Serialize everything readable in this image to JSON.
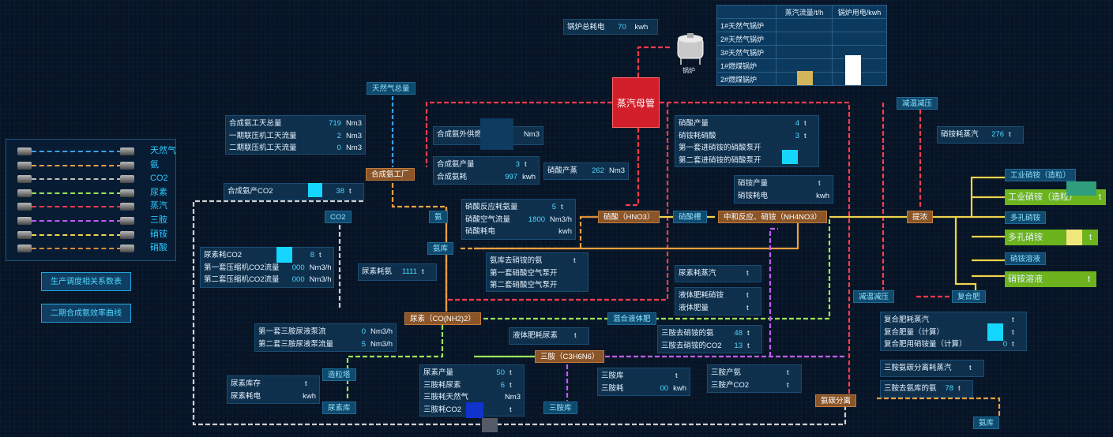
{
  "legend": {
    "items": [
      {
        "label": "天然气",
        "color": "#3aa0ff"
      },
      {
        "label": "氨",
        "color": "#f0a040"
      },
      {
        "label": "CO2",
        "color": "#bfbfbf"
      },
      {
        "label": "尿素",
        "color": "#9ae35a"
      },
      {
        "label": "蒸汽",
        "color": "#ff3b4a"
      },
      {
        "label": "三胺",
        "color": "#c45bff"
      },
      {
        "label": "硝铵",
        "color": "#f0d24a"
      },
      {
        "label": "硝酸",
        "color": "#d98c3c"
      }
    ]
  },
  "buttons": {
    "production": "生产调度相关系数表",
    "efficiency": "二期合成氨效率曲线"
  },
  "boiler_total": {
    "label": "锅炉总耗电",
    "value": "70",
    "unit": "kwh"
  },
  "boiler_icon_label": "锅炉",
  "boiler_table": {
    "headers": [
      "",
      "蒸汽流量/t/h",
      "锅炉用电/kwh"
    ],
    "rows": [
      "1#天然气锅炉",
      "2#天然气锅炉",
      "3#天然气锅炉",
      "1#燃煤锅炉",
      "2#燃煤锅炉"
    ]
  },
  "steam_main": "蒸汽母管",
  "labels": {
    "gas_total": "天然气总量",
    "ammonia_plant": "合成氨工厂",
    "co2": "CO2",
    "ammonia": "氨",
    "ammonia_tank": "氨库",
    "nitric_acid": "硝酸（HNO3）",
    "nitric_tank": "硝酸槽",
    "neutralization": "中和反应、硝铵（NH4NO3）",
    "concentration": "提浓",
    "reduce1": "减温减压",
    "reduce2": "减温减压",
    "compound": "复合肥",
    "urea": "尿素（CO(NH2)2）",
    "mixed_liquid": "混合液体肥",
    "melamine": "三胺（C3H6N6）",
    "prilling": "造粒塔",
    "urea_store": "尿素库",
    "melamine_store": "三胺库",
    "ammonia_sep": "氨碳分离",
    "ammonia_store": "氨库",
    "industrial_granule": "工业硝铵（造粒）",
    "industrial_coarse": "工业硝铵（造粒）",
    "porous": "多孔硝铵",
    "porous2": "多孔硝铵",
    "solution": "硝铵溶液",
    "solution2": "硝铵溶液"
  },
  "ammonia_gas": {
    "rows": [
      {
        "l": "合成氨工天总量",
        "v": "719",
        "u": "Nm3"
      },
      {
        "l": "一期联压机工天流量",
        "v": "2",
        "u": "Nm3"
      },
      {
        "l": "二期联压机工天流量",
        "v": "0",
        "u": "Nm3"
      }
    ]
  },
  "gas_external": {
    "l": "合成氨外供燃",
    "u": "Nm3"
  },
  "ammonia_prod": {
    "rows": [
      {
        "l": "合成氨产量",
        "v": "3",
        "u": "t"
      },
      {
        "l": "合成氨耗",
        "v": "997",
        "u": "kwh"
      }
    ]
  },
  "nitric_prod": {
    "l": "硝酸产蒸",
    "v": "262",
    "u": "Nm3"
  },
  "ammonia_co2": {
    "l": "合成氨产CO2",
    "v": "38",
    "u": "t"
  },
  "nitric_reaction": {
    "rows": [
      {
        "l": "硝酸反应耗氨量",
        "v": "5",
        "u": "t"
      },
      {
        "l": "硝酸空气流量",
        "v": "1800",
        "u": "Nm3/h"
      },
      {
        "l": "硝酸耗电",
        "v": "",
        "u": "kwh"
      }
    ]
  },
  "nitric_stats": {
    "rows": [
      {
        "l": "硝酸产量",
        "v": "4",
        "u": "t"
      },
      {
        "l": "硝铵耗硝酸",
        "v": "3",
        "u": "t"
      },
      {
        "l": "第一套进硝铵的硝酸泵开",
        "v": "",
        "u": ""
      },
      {
        "l": "第二套进硝铵的硝酸泵开",
        "v": "",
        "u": ""
      }
    ]
  },
  "ammonium_nitrate": {
    "rows": [
      {
        "l": "硝铵产量",
        "v": "",
        "u": "t"
      },
      {
        "l": "硝铵耗电",
        "v": "",
        "u": "kwh"
      }
    ]
  },
  "ammonium_steam": {
    "l": "硝铵耗蒸汽",
    "v": "276",
    "u": "t"
  },
  "urea_co2": {
    "rows": [
      {
        "l": "尿素耗CO2",
        "v": "8",
        "u": "t"
      },
      {
        "l": "第一套压缩机CO2流量",
        "v": "000",
        "u": "Nm3/h"
      },
      {
        "l": "第二套压缩机CO2流量",
        "v": "000",
        "u": "Nm3/h"
      }
    ]
  },
  "urea_ammonia": {
    "l": "尿素耗氨",
    "v": "1111",
    "u": "t"
  },
  "ammonia_to_nitrate": {
    "rows": [
      {
        "l": "氨库去硝铵的氨",
        "v": "",
        "u": "t"
      },
      {
        "l": "第一套硝酸空气泵开",
        "v": "",
        "u": ""
      },
      {
        "l": "第二套硝酸空气泵开",
        "v": "",
        "u": ""
      }
    ]
  },
  "urea_steam": {
    "l": "尿素耗蒸汽",
    "v": "",
    "u": "t"
  },
  "liquid_fert": {
    "rows": [
      {
        "l": "液体肥耗硝铵",
        "v": "",
        "u": "t"
      },
      {
        "l": "液体肥量",
        "v": "",
        "u": "t"
      }
    ]
  },
  "melamine_pump": {
    "rows": [
      {
        "l": "第一套三胺尿液泵流",
        "v": "0",
        "u": "Nm3/h"
      },
      {
        "l": "第二套三胺尿液泵流量",
        "v": "5",
        "u": "Nm3/h"
      }
    ]
  },
  "liquid_urea": {
    "l": "液体肥耗尿素",
    "v": "",
    "u": "t"
  },
  "melamine_nh3": {
    "rows": [
      {
        "l": "三胺去硝铵的氨",
        "v": "48",
        "u": "t"
      },
      {
        "l": "三胺去硝铵的CO2",
        "v": "13",
        "u": "t"
      }
    ]
  },
  "compound_stats": {
    "rows": [
      {
        "l": "复合肥耗蒸汽",
        "v": "",
        "u": "t"
      },
      {
        "l": "复合肥量（计算）",
        "v": "",
        "u": "t"
      },
      {
        "l": "复合肥用硝铵量（计算）",
        "v": "0",
        "u": "t"
      }
    ]
  },
  "melamine_sep_steam": {
    "l": "三胺氨碳分离耗蒸汽",
    "v": "",
    "u": "t"
  },
  "melamine_to_ammonia": {
    "l": "三胺去氨库的氨",
    "v": "78",
    "u": "t"
  },
  "urea_store_box": {
    "rows": [
      {
        "l": "尿素库存",
        "v": "",
        "u": "t"
      },
      {
        "l": "尿素耗电",
        "v": "",
        "u": "kwh"
      }
    ]
  },
  "urea_prod": {
    "rows": [
      {
        "l": "尿素产量",
        "v": "50",
        "u": "t"
      },
      {
        "l": "三胺耗尿素",
        "v": "6",
        "u": "t"
      },
      {
        "l": "三胺耗天然气",
        "v": "",
        "u": "Nm3"
      },
      {
        "l": "三胺耗CO2",
        "v": "",
        "u": "t"
      }
    ]
  },
  "melamine_store_box": {
    "rows": [
      {
        "l": "三胺库",
        "v": "",
        "u": "t"
      },
      {
        "l": "三胺耗",
        "v": "00",
        "u": "kwh"
      }
    ]
  },
  "melamine_prod": {
    "rows": [
      {
        "l": "三胺产氨",
        "v": "",
        "u": "t"
      },
      {
        "l": "三胺产CO2",
        "v": "",
        "u": "t"
      }
    ]
  },
  "products": {
    "industrial_u": "t",
    "porous_u": "t",
    "solution_u": "t"
  }
}
